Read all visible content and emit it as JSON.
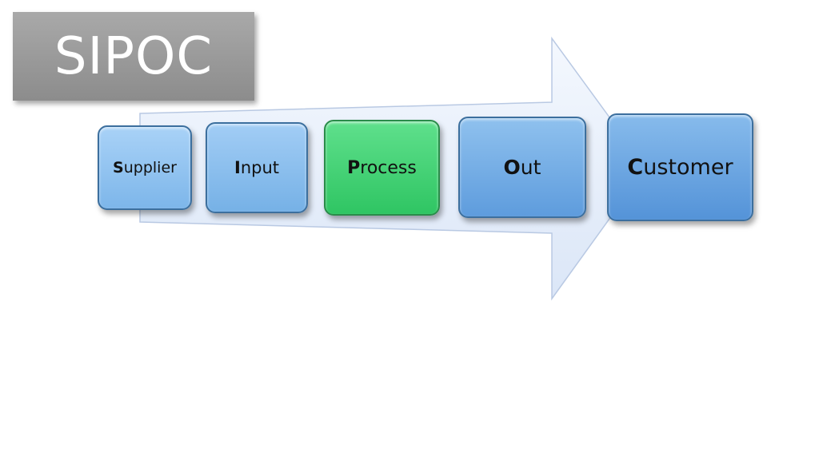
{
  "title": "SIPOC",
  "steps": [
    {
      "lead": "S",
      "rest": "upplier"
    },
    {
      "lead": "I",
      "rest": "nput"
    },
    {
      "lead": "P",
      "rest": "rocess"
    },
    {
      "lead": "O",
      "rest": "ut"
    },
    {
      "lead": "C",
      "rest": "ustomer"
    }
  ],
  "colors": {
    "title_bg": "#999999",
    "step_blue": "#7db6ea",
    "step_highlight": "#2fc563",
    "arrow_fill": "#e6eefa"
  }
}
